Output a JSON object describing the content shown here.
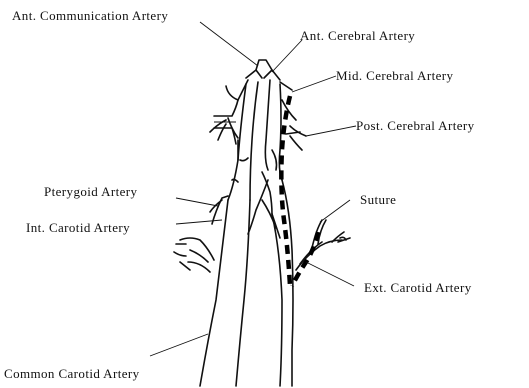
{
  "labels": {
    "ant_communication_artery": "Ant. Communication Artery",
    "ant_cerebral_artery": "Ant. Cerebral Artery",
    "mid_cerebral_artery": "Mid. Cerebral Artery",
    "post_cerebral_artery": "Post. Cerebral Artery",
    "pterygoid_artery": "Pterygoid Artery",
    "int_carotid_artery": "Int. Carotid Artery",
    "suture": "Suture",
    "ext_carotid_artery": "Ext. Carotid Artery",
    "common_carotid_artery": "Common Carotid Artery"
  },
  "colors": {
    "ink": "#111111",
    "background": "#ffffff"
  }
}
